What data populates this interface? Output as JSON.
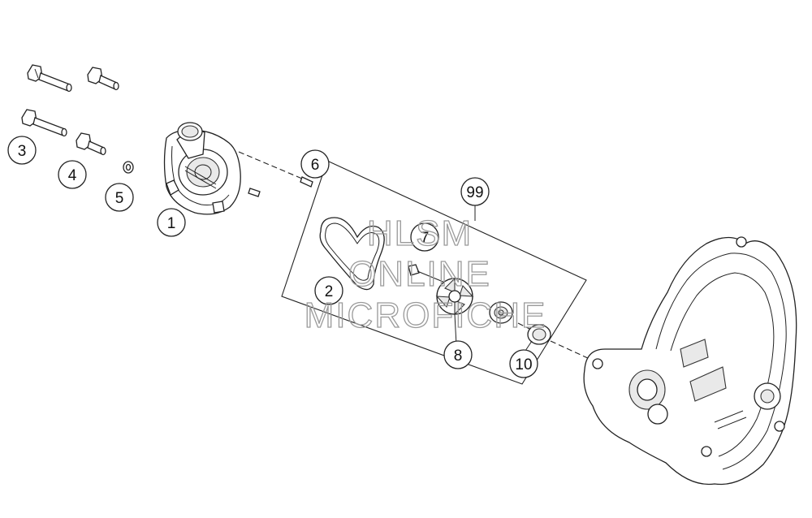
{
  "diagram": {
    "callouts": [
      {
        "id": "c1",
        "label": "1"
      },
      {
        "id": "c2",
        "label": "2"
      },
      {
        "id": "c3",
        "label": "3"
      },
      {
        "id": "c4",
        "label": "4"
      },
      {
        "id": "c5",
        "label": "5"
      },
      {
        "id": "c6",
        "label": "6"
      },
      {
        "id": "c7",
        "label": "7"
      },
      {
        "id": "c8",
        "label": "8"
      },
      {
        "id": "c10",
        "label": "10"
      },
      {
        "id": "c99",
        "label": "99"
      }
    ],
    "watermark": [
      "HLSM",
      "ONLINE",
      "MICROFICHE"
    ]
  },
  "colors": {
    "line": "#222222",
    "watermark": "#9a9a9a",
    "background": "#ffffff"
  }
}
